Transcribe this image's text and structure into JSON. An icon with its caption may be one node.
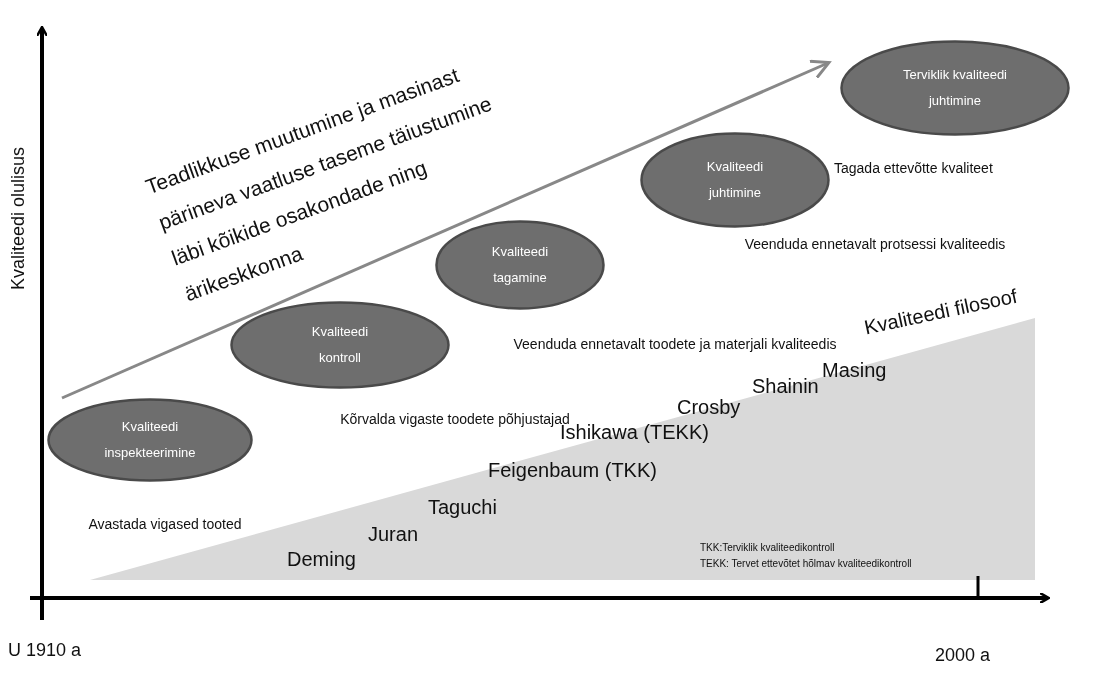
{
  "diagram": {
    "nodes": [
      {
        "text": [
          "Kvaliteedi inspekteerimine"
        ],
        "beside": [
          "Avastada vigased tooted"
        ]
      },
      {
        "text": [
          "Kvaliteedi kontroll"
        ],
        "beside": [
          "Kõrvalda vigaste toodete põhjustajad"
        ]
      },
      {
        "text": [
          "Kvaliteedi tagamine"
        ],
        "beside": [
          "Veenduda ennetavalt toodete ja materjali kvaliteedis"
        ]
      },
      {
        "text": [
          "Kvaliteedi juhtimine"
        ],
        "beside": [
          "Veenduda ennetavalt protsessi kvaliteedis"
        ]
      },
      {
        "text": [
          "Terviklik kvaliteedi juhtimine"
        ]
      }
    ],
    "edges": [],
    "labels": [
      "Kvaliteedi olulisus",
      "Teadlikkuse muutumine ja masinast pärineva vaatluse taseme täiustumine läbi kõikide osakondade ning ärikeskkonna",
      "Kvaliteedi filosoof",
      "Masing",
      "Shainin",
      "Crosby",
      "Ishikawa (TEKK)",
      "Feigenbaum  (TKK)",
      "Taguchi",
      "Juran",
      "Deming",
      "TKK:Terviklik  kvaliteedikontroll",
      "TEKK: Tervet ettevõtet hõlmav kvaliteedikontroll",
      "U 1910 a",
      "2000 a",
      "Tagada ettevõtte kvaliteet"
    ]
  }
}
